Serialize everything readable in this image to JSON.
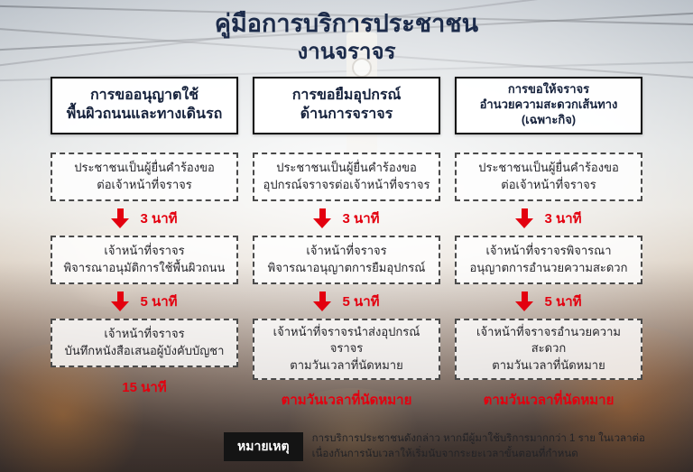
{
  "title": {
    "line1": "คู่มือการบริการประชาชน",
    "line2": "งานจราจร"
  },
  "colors": {
    "accent_red": "#e3000f",
    "title_navy": "#1c2b4a",
    "note_label_bg": "#141414"
  },
  "columns": [
    {
      "header": "การขออนุญาตใช้\nพื้นผิวถนนและทางเดินรถ",
      "steps": [
        "ประชาชนเป็นผู้ยื่นคำร้องขอ\nต่อเจ้าหน้าที่จราจร",
        "เจ้าหน้าที่จราจร\nพิจารณาอนุมัติการใช้พื้นผิวถนน",
        "เจ้าหน้าที่จราจร\nบันทึกหนังสือเสนอผู้บังคับบัญชา"
      ],
      "durations": [
        "3 นาที",
        "5 นาที"
      ],
      "total": "15 นาที"
    },
    {
      "header": "การขอยืมอุปกรณ์\nด้านการจราจร",
      "steps": [
        "ประชาชนเป็นผู้ยื่นคำร้องขอ\nอุปกรณ์จราจรต่อเจ้าหน้าที่จราจร",
        "เจ้าหน้าที่จราจร\nพิจารณาอนุญาตการยืมอุปกรณ์",
        "เจ้าหน้าที่จราจรนำส่งอุปกรณ์จราจร\nตามวันเวลาที่นัดหมาย"
      ],
      "durations": [
        "3 นาที",
        "5 นาที"
      ],
      "total": "ตามวันเวลาที่นัดหมาย"
    },
    {
      "header": "การขอให้จราจร\nอำนวยความสะดวกเส้นทาง\n(เฉพาะกิจ)",
      "steps": [
        "ประชาชนเป็นผู้ยื่นคำร้องขอ\nต่อเจ้าหน้าที่จราจร",
        "เจ้าหน้าที่จราจรพิจารณา\nอนุญาตการอำนวยความสะดวก",
        "เจ้าหน้าที่จราจรอำนวยความสะดวก\nตามวันเวลาที่นัดหมาย"
      ],
      "durations": [
        "3 นาที",
        "5 นาที"
      ],
      "total": "ตามวันเวลาที่นัดหมาย"
    }
  ],
  "note": {
    "label": "หมายเหตุ",
    "text": "การบริการประชาชนดังกล่าว หากมีผู้มาใช้บริการมากกว่า 1 ราย ในเวลาต่อเนื่องกันการนับเวลาให้เริ่มนับจากระยะเวลาขั้นตอนที่กำหนด"
  }
}
